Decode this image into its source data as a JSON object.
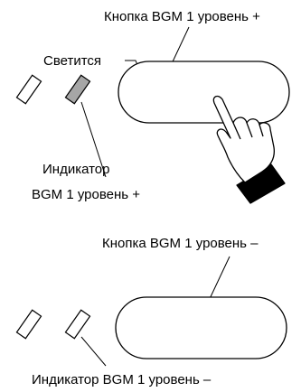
{
  "top_panel": {
    "button_label": "Кнопка BGM 1 уровень +",
    "lit_label": "Светится",
    "indicator_label_line1": "Индикатор",
    "indicator_label_line2": "BGM 1 уровень +",
    "indicator_state": "lit",
    "lit_color": "#a6a6a6"
  },
  "bottom_panel": {
    "button_label": "Кнопка BGM 1 уровень –",
    "indicator_label": "Индикатор BGM 1 уровень –",
    "indicator_state": "unlit"
  },
  "icons": {
    "hand": "pointing-hand-icon"
  }
}
